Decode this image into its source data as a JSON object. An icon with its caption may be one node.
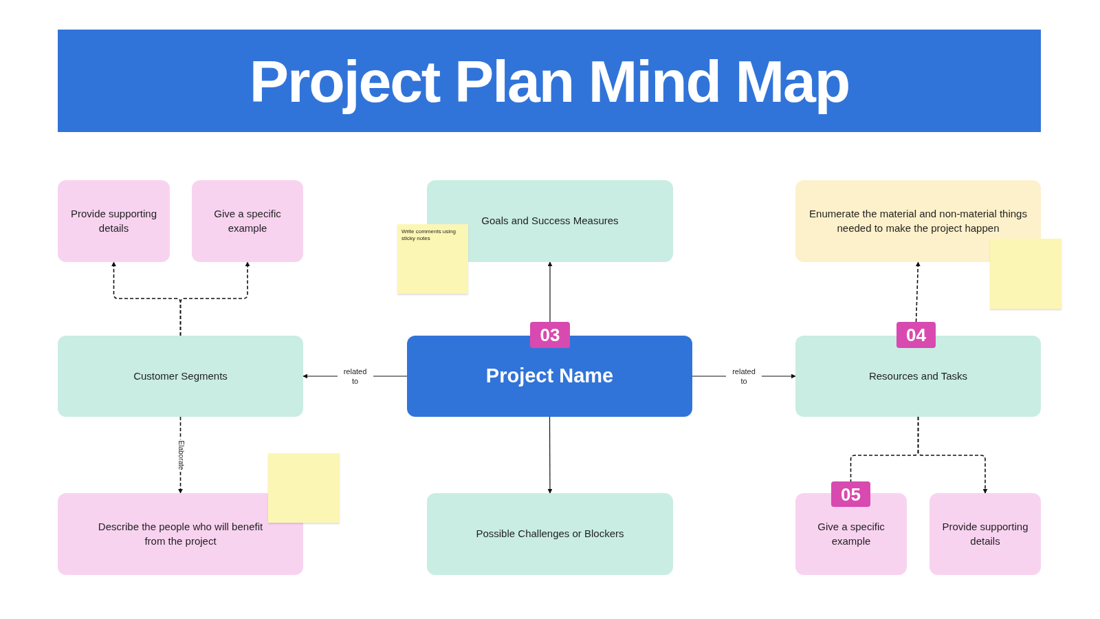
{
  "diagram": {
    "title": "Project Plan Mind Map",
    "nodes": [
      {
        "text": [
          "Provide supporting details"
        ]
      },
      {
        "text": [
          "Give a specific example"
        ]
      },
      {
        "text": [
          "Goals and Success Measures"
        ]
      },
      {
        "text": [
          "Write comments using sticky notes"
        ]
      },
      {
        "text": [
          "Enumerate the material and non-material things needed to make the project happen"
        ]
      },
      {
        "text": [],
        "shape": "box"
      },
      {
        "text": [
          "03"
        ]
      },
      {
        "text": [
          "04"
        ]
      },
      {
        "text": [
          "Customer Segments"
        ]
      },
      {
        "text": [
          "Project Name"
        ]
      },
      {
        "text": [
          "Resources and Tasks"
        ]
      },
      {
        "text": [],
        "shape": "box"
      },
      {
        "text": [
          "05"
        ]
      },
      {
        "text": [
          "Describe the people who will benefit from the project"
        ]
      },
      {
        "text": [
          "Possible Challenges or Blockers"
        ]
      },
      {
        "text": [
          "Give a specific example"
        ]
      },
      {
        "text": [
          "Provide supporting details"
        ]
      }
    ],
    "edges": [
      {
        "from": 6,
        "to": 2,
        "arrow": "to"
      },
      {
        "from": 9,
        "to": 8,
        "arrow": "to",
        "label": "related to"
      },
      {
        "from": 9,
        "to": 10,
        "arrow": "to",
        "label": "related to"
      },
      {
        "from": 9,
        "to": 14,
        "arrow": "to"
      },
      {
        "from": 8,
        "to": 0,
        "arrow": "to",
        "style": "dashed"
      },
      {
        "from": 8,
        "to": 1,
        "arrow": "to",
        "style": "dashed"
      },
      {
        "from": 8,
        "to": 13,
        "arrow": "to",
        "style": "dashed",
        "label": "Elaborate"
      },
      {
        "from": 7,
        "to": 4,
        "arrow": "to",
        "style": "dashed"
      },
      {
        "from": 10,
        "to": 12,
        "arrow": "none",
        "style": "dashed"
      },
      {
        "from": 10,
        "to": 16,
        "arrow": "to",
        "style": "dashed"
      }
    ]
  }
}
